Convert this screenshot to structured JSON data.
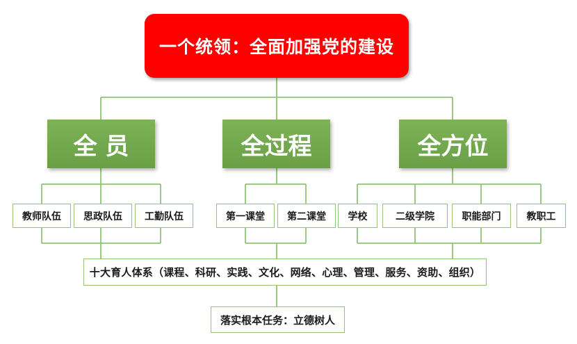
{
  "diagram": {
    "title_node": {
      "label": "一个统领：全面加强党的建设",
      "color": "#FF0000",
      "text_color": "#FFFFFF"
    },
    "pillars": [
      {
        "label": "全  员",
        "color": "#72A84D"
      },
      {
        "label": "全过程",
        "color": "#72A84D"
      },
      {
        "label": "全方位",
        "color": "#72A84D"
      }
    ],
    "leaves": {
      "quanyuan": [
        "教师队伍",
        "思政队伍",
        "工勤队伍"
      ],
      "quanguocheng": [
        "第一课堂",
        "第二课堂"
      ],
      "quanfangwei": [
        "学校",
        "二级学院",
        "职能部门",
        "教职工"
      ]
    },
    "system_node": {
      "label": "十大育人体系（课程、科研、实践、文化、网络、心理、管理、服务、资助、组织）"
    },
    "task_node": {
      "label": "落实根本任务：立德树人"
    },
    "line_color": "#91C277"
  }
}
